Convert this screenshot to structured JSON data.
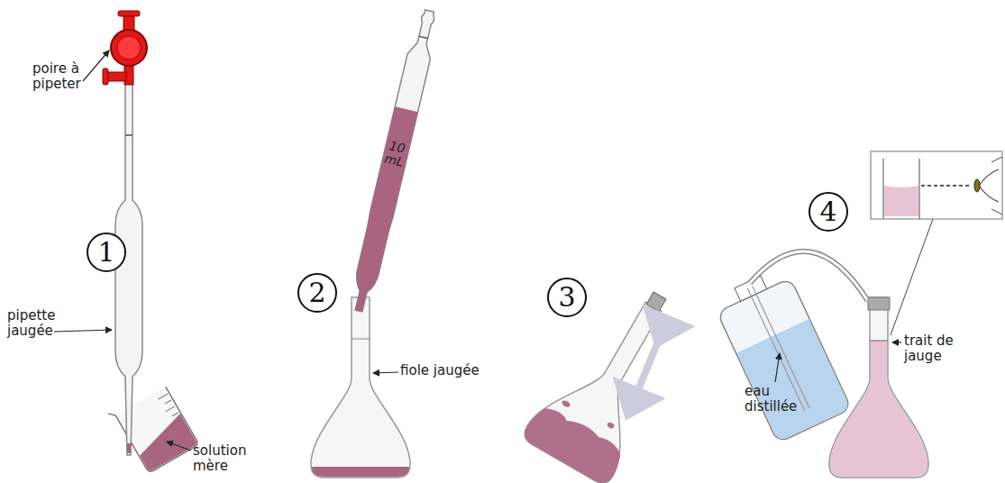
{
  "diagram": {
    "labels": [
      "poire à pipeter",
      "1",
      "pipette jaugée",
      "solution mère",
      "10 mL",
      "2",
      "fiole jaugée",
      "3",
      "4",
      "eau distillée",
      "trait de jauge"
    ]
  }
}
